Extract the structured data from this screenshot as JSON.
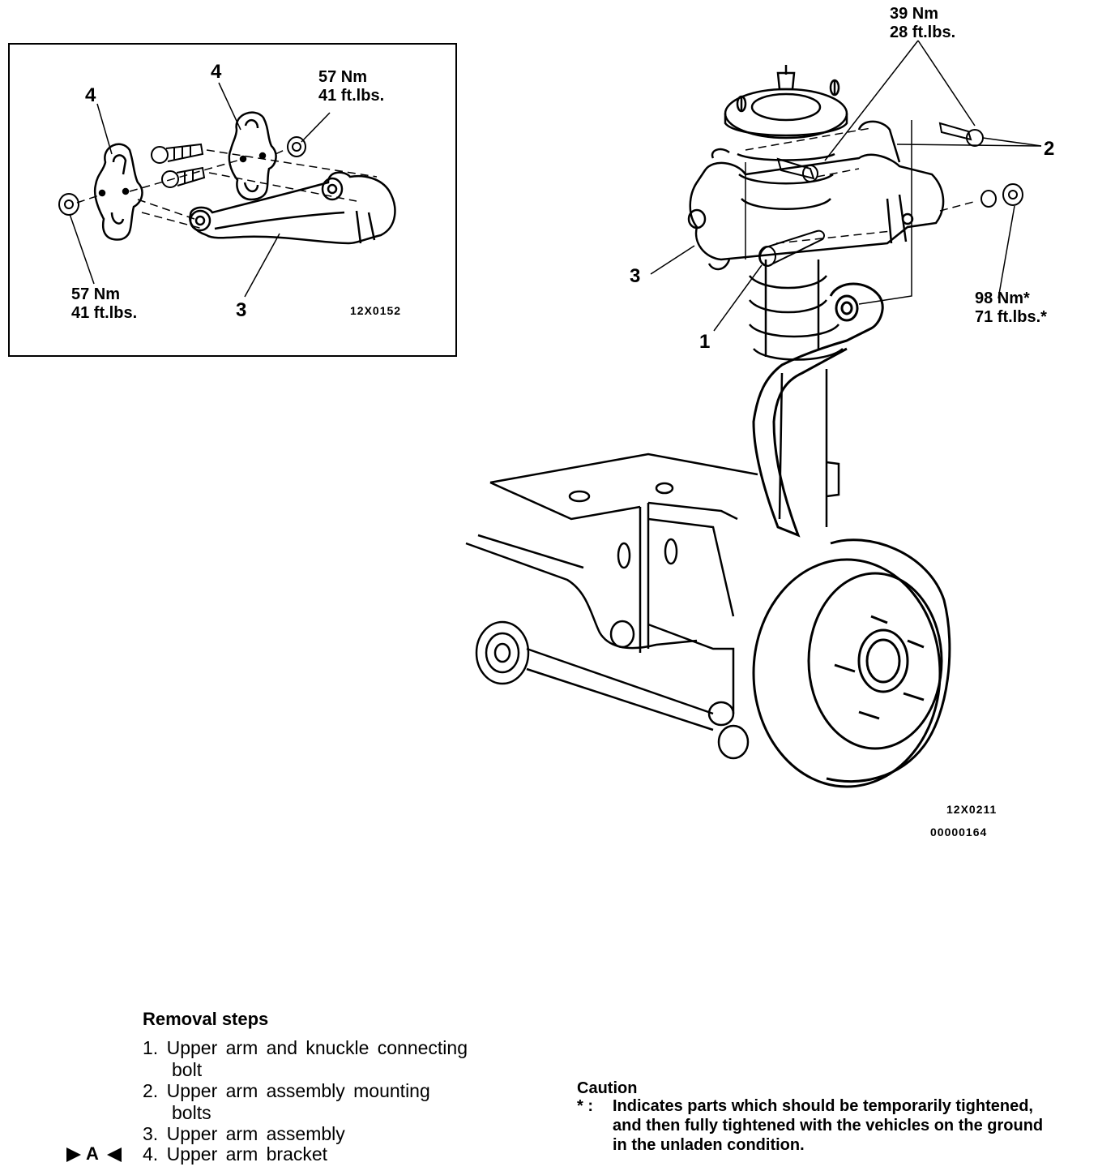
{
  "inset": {
    "torque_top": {
      "nm": "57 Nm",
      "ftlb": "41 ft.lbs."
    },
    "torque_bottom": {
      "nm": "57 Nm",
      "ftlb": "41 ft.lbs."
    },
    "label_4_left": "4",
    "label_4_right": "4",
    "label_3": "3",
    "figure_code": "12X0152"
  },
  "main": {
    "torque_top": {
      "nm": "39 Nm",
      "ftlb": "28 ft.lbs."
    },
    "torque_right": {
      "nm": "98 Nm*",
      "ftlb": "71 ft.lbs.*"
    },
    "label_1": "1",
    "label_2": "2",
    "label_3": "3",
    "figure_code": "12X0211",
    "doc_code": "00000164"
  },
  "removal": {
    "title": "Removal steps",
    "steps": [
      {
        "num": "1.",
        "line1": "Upper arm and knuckle connecting",
        "line2": "bolt"
      },
      {
        "num": "2.",
        "line1": "Upper arm assembly mounting",
        "line2": "bolts"
      },
      {
        "num": "3.",
        "line1": "Upper arm assembly",
        "line2": ""
      },
      {
        "num": "4.",
        "line1": "Upper arm bracket",
        "line2": ""
      }
    ],
    "marker": "A"
  },
  "caution": {
    "title": "Caution",
    "symbol": "* :",
    "line1": "Indicates parts which should be temporarily tightened,",
    "line2": "and then fully tightened with the vehicles on the ground",
    "line3": "in the unladen condition."
  }
}
